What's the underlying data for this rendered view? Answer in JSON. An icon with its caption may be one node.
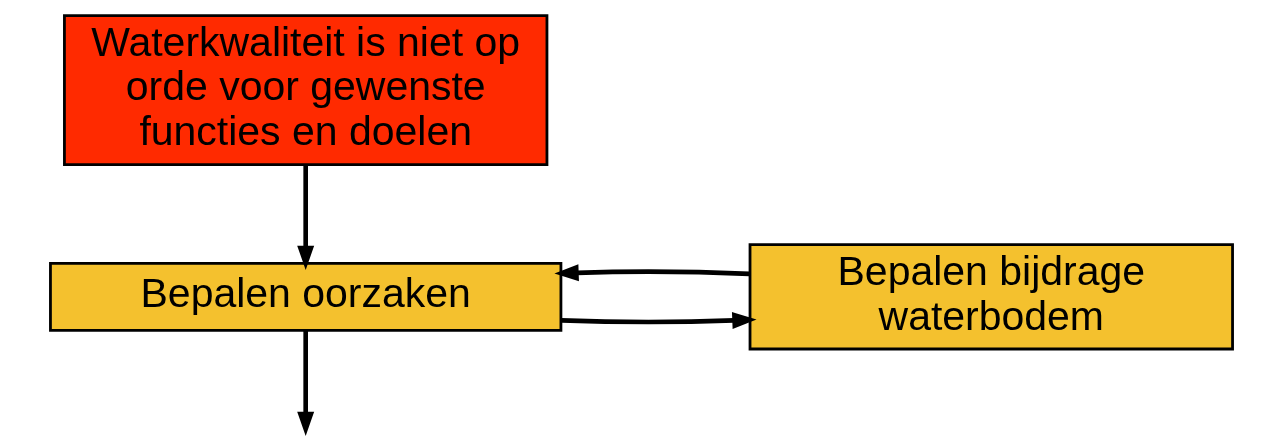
{
  "diagram": {
    "nodes": [
      {
        "text": [
          "Waterkwaliteit is niet op orde voor gewenste functies en doelen"
        ]
      },
      {
        "text": [
          "Bepalen oorzaken"
        ]
      },
      {
        "text": [
          "Bepalen bijdrage waterbodem"
        ]
      }
    ],
    "edges": [
      {
        "from": 0,
        "to": 1,
        "arrow": "to"
      },
      {
        "from": 1,
        "to": 2,
        "arrow": "to"
      },
      {
        "from": 2,
        "to": 1,
        "arrow": "to"
      },
      {
        "from": 1,
        "to": null,
        "arrow": "to"
      }
    ]
  }
}
